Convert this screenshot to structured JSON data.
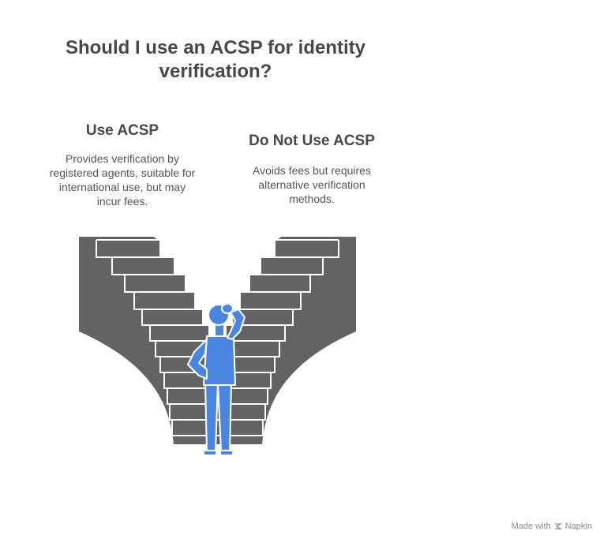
{
  "title": "Should I use an ACSP for identity verification?",
  "options": {
    "left": {
      "heading": "Use ACSP",
      "description": "Provides verification by registered agents, suitable for international use, but may incur fees."
    },
    "right": {
      "heading": "Do Not Use ACSP",
      "description": "Avoids fees but requires alternative verification methods."
    }
  },
  "footer": {
    "made_with": "Made with",
    "brand": "Napkin"
  },
  "colors": {
    "stairs": "#636363",
    "person": "#4a86e0",
    "text": "#484848"
  },
  "icons": [
    "thinking-person-icon",
    "napkin-logo-icon"
  ]
}
